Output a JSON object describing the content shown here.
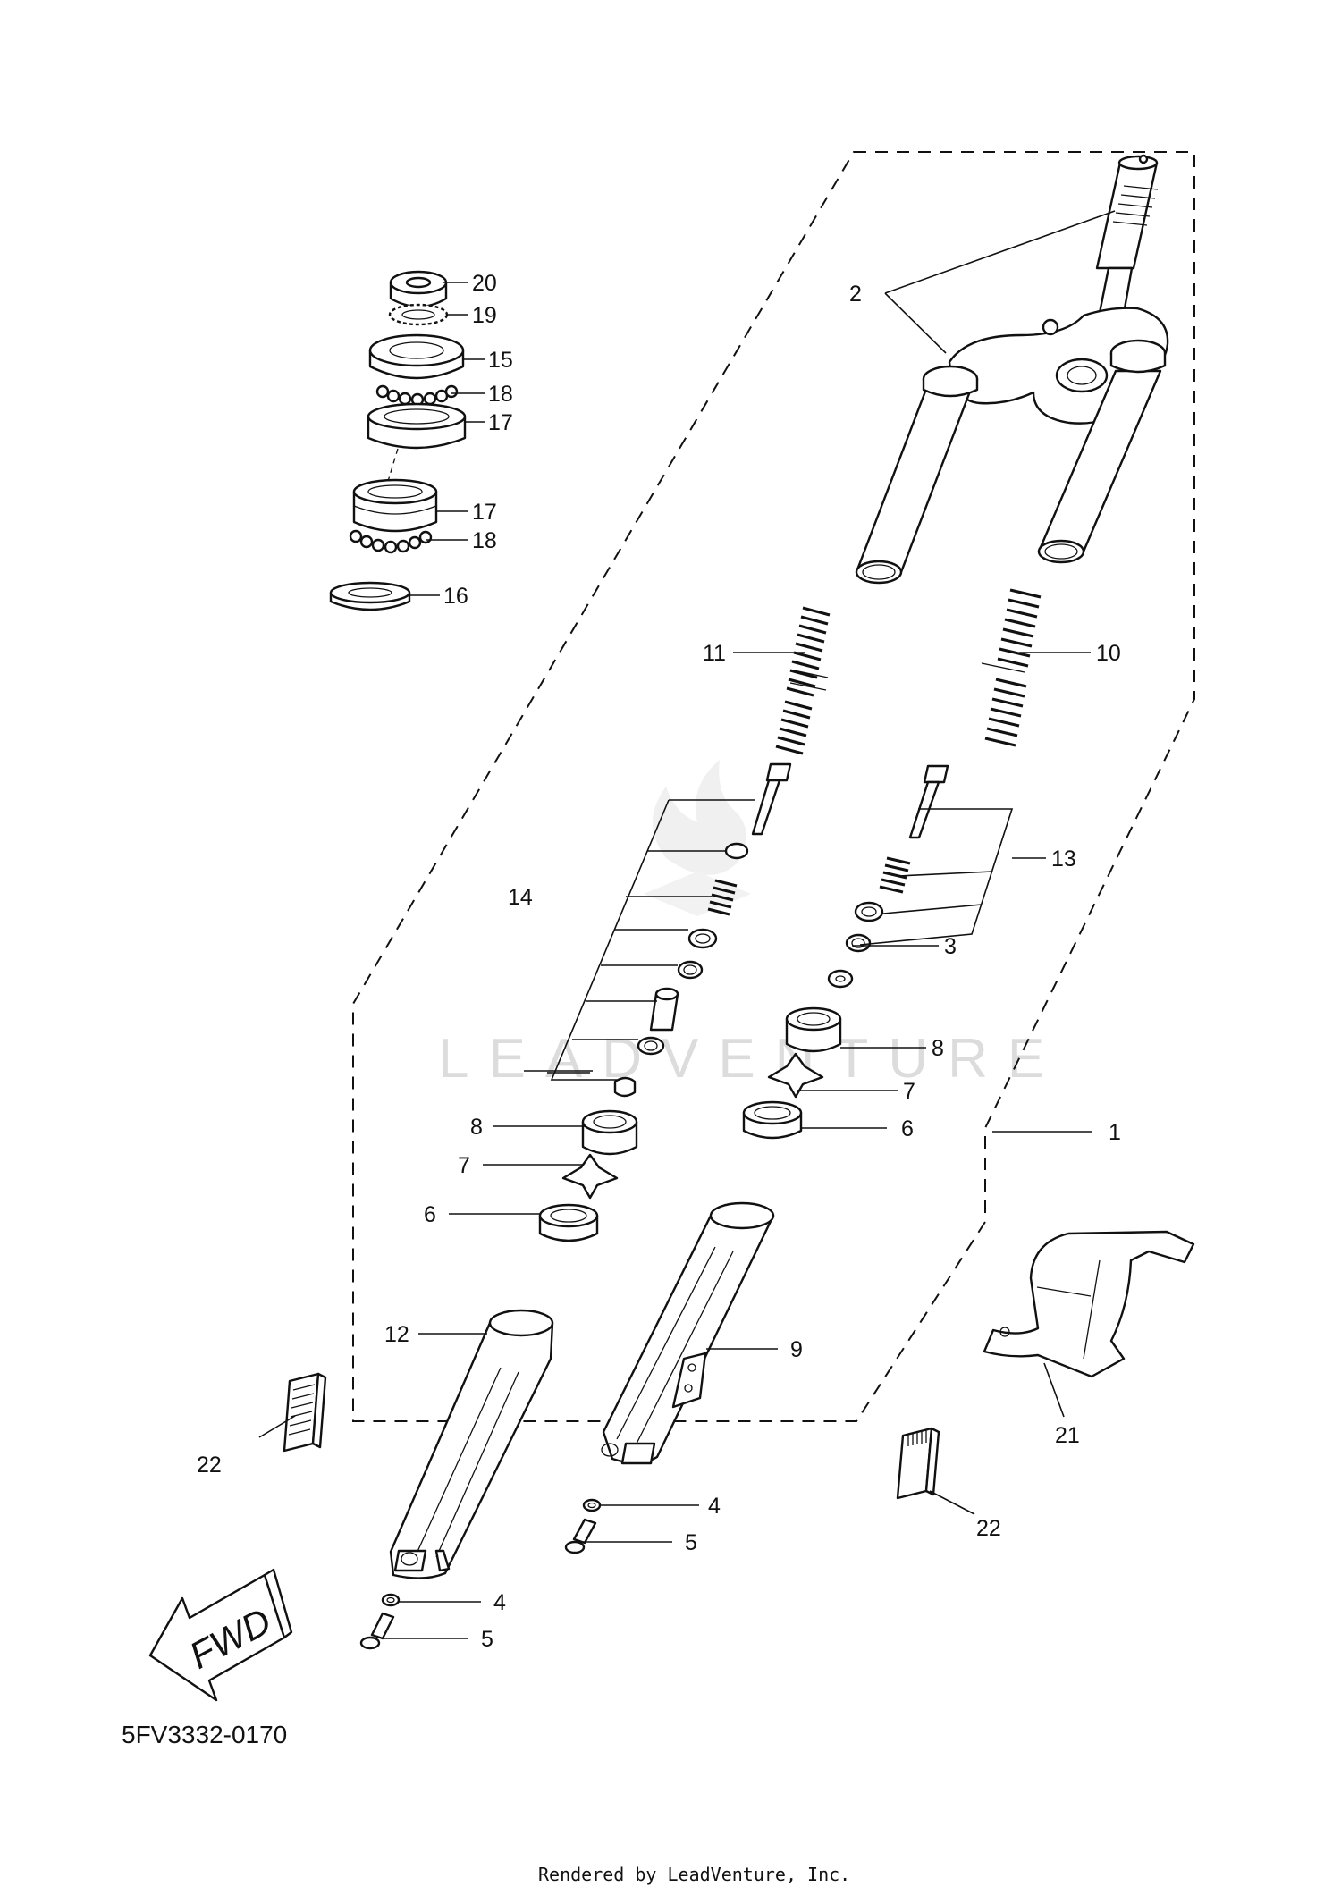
{
  "diagram_code": "5FV3332-0170",
  "credit": "Rendered by LeadVenture, Inc.",
  "watermark": "LEADVENTURE",
  "fwd_label": "FWD",
  "callouts": {
    "c1": "1",
    "c2": "2",
    "c3": "3",
    "c4a": "4",
    "c4b": "4",
    "c5a": "5",
    "c5b": "5",
    "c6a": "6",
    "c6b": "6",
    "c7a": "7",
    "c7b": "7",
    "c8a": "8",
    "c8b": "8",
    "c9": "9",
    "c10": "10",
    "c11": "11",
    "c12": "12",
    "c13": "13",
    "c14": "14",
    "c15": "15",
    "c16": "16",
    "c17a": "17",
    "c17b": "17",
    "c18a": "18",
    "c18b": "18",
    "c19": "19",
    "c20": "20",
    "c21": "21",
    "c22a": "22",
    "c22b": "22"
  }
}
